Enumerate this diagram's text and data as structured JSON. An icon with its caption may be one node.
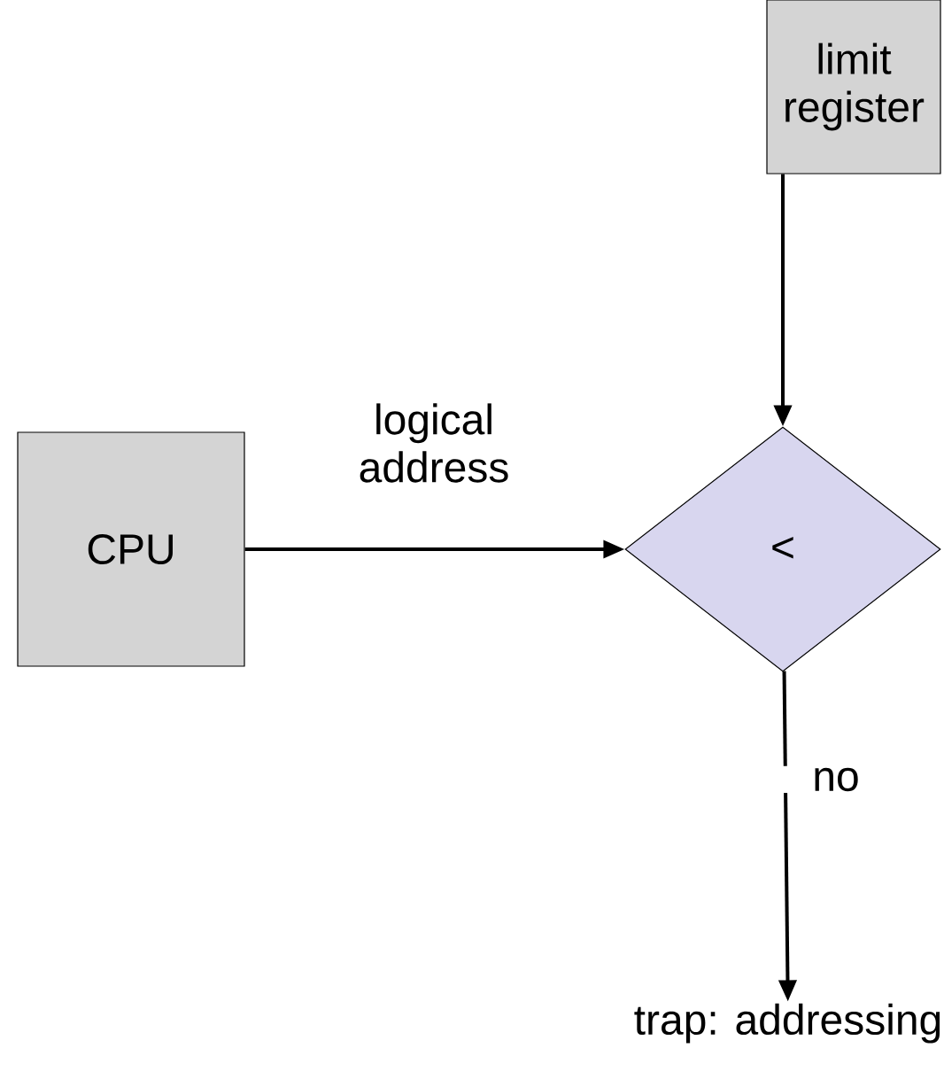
{
  "diagram": {
    "nodes": [
      {
        "text": [
          "limit register"
        ]
      },
      {
        "text": [
          "CPU"
        ]
      },
      {
        "text": [
          "<"
        ]
      },
      {
        "text": [
          "trap: addressing"
        ]
      }
    ],
    "edges": [
      {
        "from": 0,
        "to": 2,
        "arrow": "to"
      },
      {
        "from": 1,
        "to": 2,
        "arrow": "to",
        "label": "logical address"
      },
      {
        "from": 2,
        "to": 3,
        "arrow": "to",
        "label": "no"
      }
    ]
  }
}
